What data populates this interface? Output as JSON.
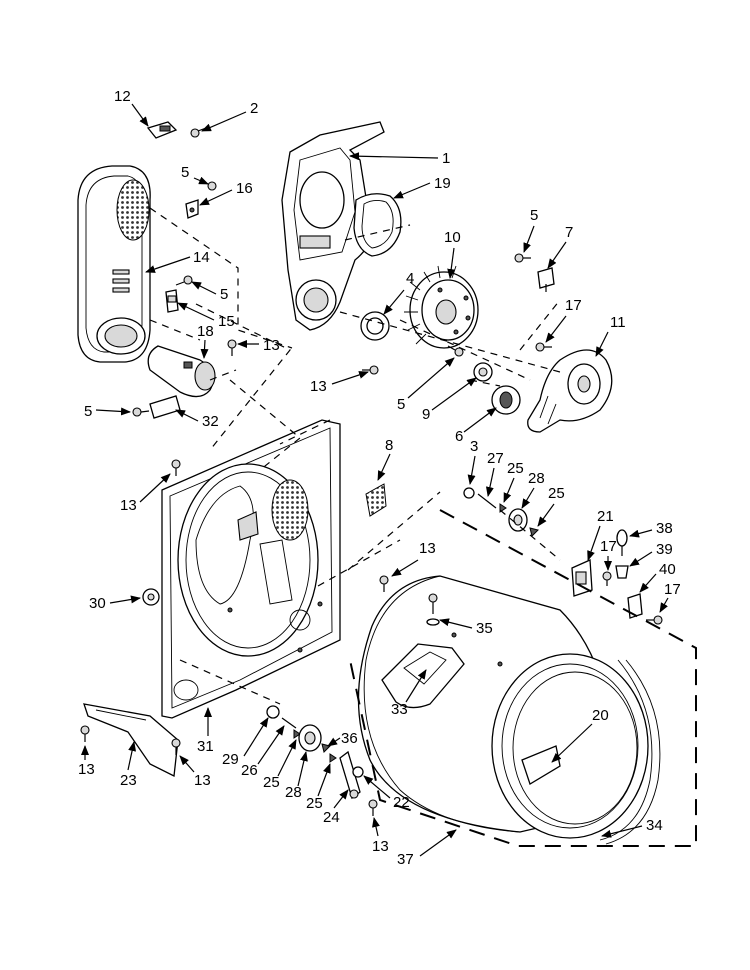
{
  "callouts": [
    {
      "id": "c-12",
      "text": "12"
    },
    {
      "id": "c-2",
      "text": "2"
    },
    {
      "id": "c-1",
      "text": "1"
    },
    {
      "id": "c-5a",
      "text": "5"
    },
    {
      "id": "c-16",
      "text": "16"
    },
    {
      "id": "c-19",
      "text": "19"
    },
    {
      "id": "c-5b",
      "text": "5"
    },
    {
      "id": "c-7",
      "text": "7"
    },
    {
      "id": "c-14",
      "text": "14"
    },
    {
      "id": "c-10",
      "text": "10"
    },
    {
      "id": "c-5c",
      "text": "5"
    },
    {
      "id": "c-15",
      "text": "15"
    },
    {
      "id": "c-4",
      "text": "4"
    },
    {
      "id": "c-17a",
      "text": "17"
    },
    {
      "id": "c-18",
      "text": "18"
    },
    {
      "id": "c-11",
      "text": "11"
    },
    {
      "id": "c-13a",
      "text": "13"
    },
    {
      "id": "c-13b",
      "text": "13"
    },
    {
      "id": "c-5d",
      "text": "5"
    },
    {
      "id": "c-9",
      "text": "9"
    },
    {
      "id": "c-5e",
      "text": "5"
    },
    {
      "id": "c-32",
      "text": "32"
    },
    {
      "id": "c-6",
      "text": "6"
    },
    {
      "id": "c-8",
      "text": "8"
    },
    {
      "id": "c-3",
      "text": "3"
    },
    {
      "id": "c-27",
      "text": "27"
    },
    {
      "id": "c-25a",
      "text": "25"
    },
    {
      "id": "c-28a",
      "text": "28"
    },
    {
      "id": "c-25b",
      "text": "25"
    },
    {
      "id": "c-13c",
      "text": "13"
    },
    {
      "id": "c-21",
      "text": "21"
    },
    {
      "id": "c-38",
      "text": "38"
    },
    {
      "id": "c-17b",
      "text": "17"
    },
    {
      "id": "c-39",
      "text": "39"
    },
    {
      "id": "c-13d",
      "text": "13"
    },
    {
      "id": "c-40",
      "text": "40"
    },
    {
      "id": "c-30",
      "text": "30"
    },
    {
      "id": "c-17c",
      "text": "17"
    },
    {
      "id": "c-35",
      "text": "35"
    },
    {
      "id": "c-33",
      "text": "33"
    },
    {
      "id": "c-20",
      "text": "20"
    },
    {
      "id": "c-31",
      "text": "31"
    },
    {
      "id": "c-36",
      "text": "36"
    },
    {
      "id": "c-29",
      "text": "29"
    },
    {
      "id": "c-26",
      "text": "26"
    },
    {
      "id": "c-25c",
      "text": "25"
    },
    {
      "id": "c-28b",
      "text": "28"
    },
    {
      "id": "c-25d",
      "text": "25"
    },
    {
      "id": "c-22",
      "text": "22"
    },
    {
      "id": "c-24",
      "text": "24"
    },
    {
      "id": "c-13e",
      "text": "13"
    },
    {
      "id": "c-23",
      "text": "23"
    },
    {
      "id": "c-13f",
      "text": "13"
    },
    {
      "id": "c-13g",
      "text": "13"
    },
    {
      "id": "c-34",
      "text": "34"
    },
    {
      "id": "c-37",
      "text": "37"
    }
  ]
}
